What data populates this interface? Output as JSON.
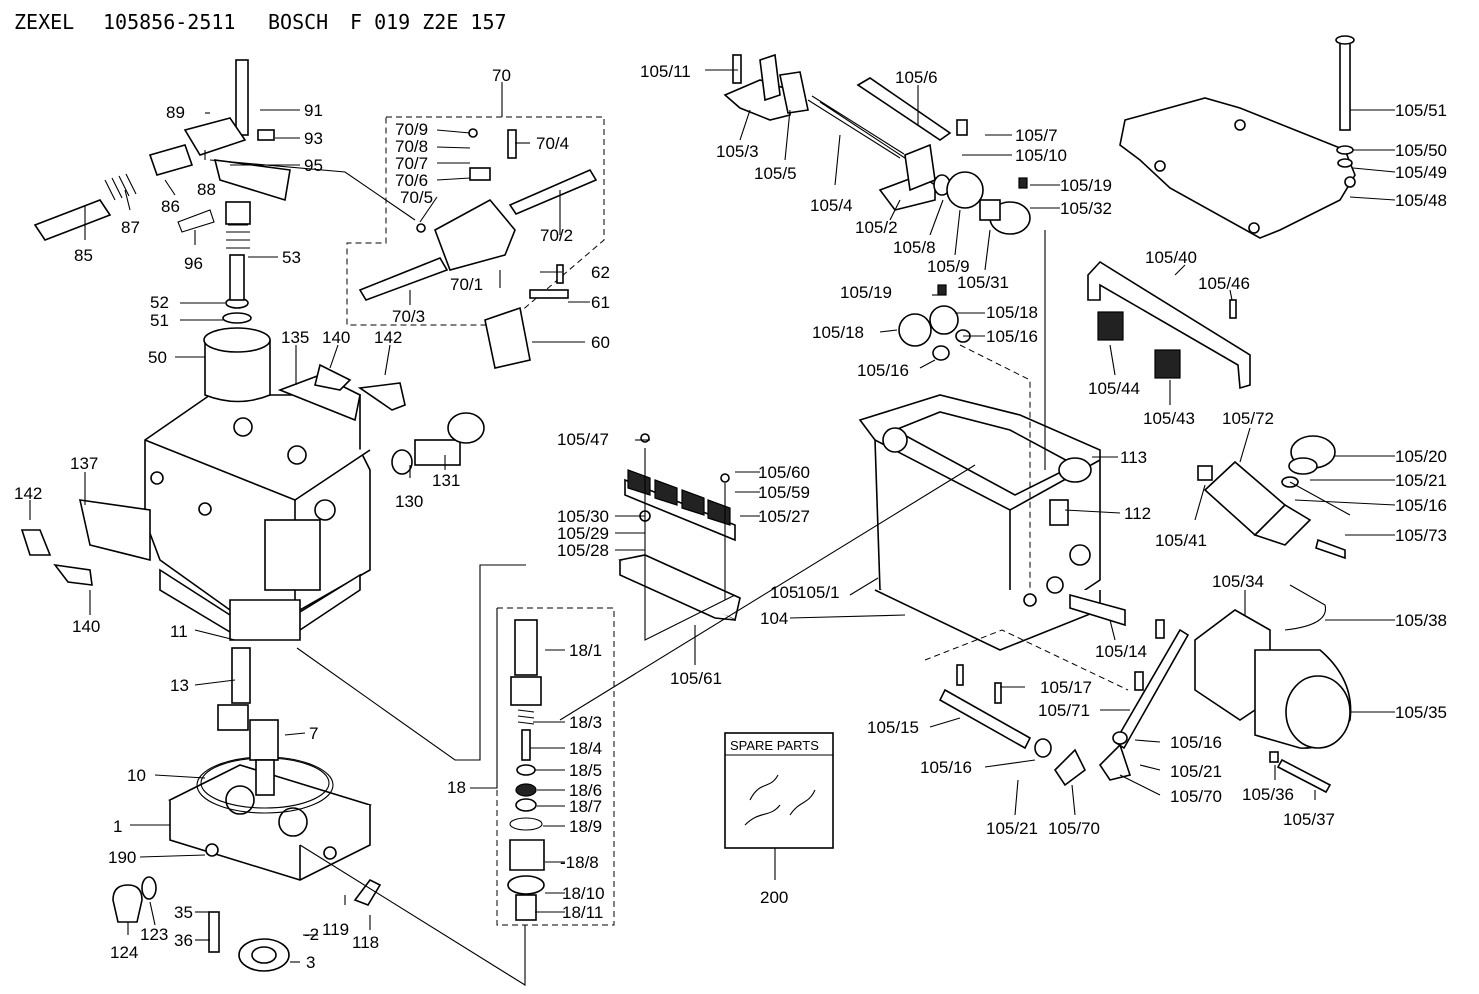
{
  "header": {
    "maker": "ZEXEL",
    "number": "105856-2511",
    "brand": "BOSCH",
    "part_code": "F 019 Z2E 157"
  },
  "spare_parts_box": {
    "title": "SPARE PARTS",
    "label": "200"
  },
  "labels": [
    {
      "id": "l1",
      "text": "1"
    },
    {
      "id": "l3",
      "text": "3"
    },
    {
      "id": "l2",
      "text": "-2"
    },
    {
      "id": "l7",
      "text": "7"
    },
    {
      "id": "l10",
      "text": "10"
    },
    {
      "id": "l11",
      "text": "11"
    },
    {
      "id": "l13",
      "text": "13"
    },
    {
      "id": "l18",
      "text": "18"
    },
    {
      "id": "l35",
      "text": "35"
    },
    {
      "id": "l36",
      "text": "36"
    },
    {
      "id": "l50",
      "text": "50"
    },
    {
      "id": "l51",
      "text": "51"
    },
    {
      "id": "l52",
      "text": "52"
    },
    {
      "id": "l53",
      "text": "53"
    },
    {
      "id": "l60",
      "text": "60"
    },
    {
      "id": "l61",
      "text": "61"
    },
    {
      "id": "l62",
      "text": "62"
    },
    {
      "id": "l70",
      "text": "70"
    },
    {
      "id": "l85",
      "text": "85"
    },
    {
      "id": "l86",
      "text": "86"
    },
    {
      "id": "l87",
      "text": "87"
    },
    {
      "id": "l88",
      "text": "88"
    },
    {
      "id": "l89",
      "text": "89"
    },
    {
      "id": "l91",
      "text": "91"
    },
    {
      "id": "l93",
      "text": "93"
    },
    {
      "id": "l95",
      "text": "95"
    },
    {
      "id": "l96",
      "text": "96"
    },
    {
      "id": "l104",
      "text": "104"
    },
    {
      "id": "l112",
      "text": "112"
    },
    {
      "id": "l113",
      "text": "113"
    },
    {
      "id": "l118",
      "text": "118"
    },
    {
      "id": "l119",
      "text": "119"
    },
    {
      "id": "l123",
      "text": "123"
    },
    {
      "id": "l124",
      "text": "124"
    },
    {
      "id": "l130",
      "text": "130"
    },
    {
      "id": "l131",
      "text": "131"
    },
    {
      "id": "l135",
      "text": "135"
    },
    {
      "id": "l137",
      "text": "137"
    },
    {
      "id": "l140a",
      "text": "140"
    },
    {
      "id": "l140b",
      "text": "140"
    },
    {
      "id": "l142a",
      "text": "142"
    },
    {
      "id": "l142b",
      "text": "142"
    },
    {
      "id": "l190",
      "text": "190"
    },
    {
      "id": "l70_1",
      "text": "70/1"
    },
    {
      "id": "l70_2",
      "text": "70/2"
    },
    {
      "id": "l70_3",
      "text": "70/3"
    },
    {
      "id": "l70_4",
      "text": "70/4"
    },
    {
      "id": "l70_5",
      "text": "70/5"
    },
    {
      "id": "l70_6",
      "text": "70/6"
    },
    {
      "id": "l70_7",
      "text": "70/7"
    },
    {
      "id": "l70_8",
      "text": "70/8"
    },
    {
      "id": "l70_9",
      "text": "70/9"
    },
    {
      "id": "l18_1",
      "text": "18/1"
    },
    {
      "id": "l18_3",
      "text": "18/3"
    },
    {
      "id": "l18_4",
      "text": "18/4"
    },
    {
      "id": "l18_5",
      "text": "18/5"
    },
    {
      "id": "l18_6",
      "text": "18/6"
    },
    {
      "id": "l18_7",
      "text": "18/7"
    },
    {
      "id": "l18_8",
      "text": "-18/8"
    },
    {
      "id": "l18_9",
      "text": "18/9"
    },
    {
      "id": "l18_10",
      "text": "18/10"
    },
    {
      "id": "l18_11",
      "text": "18/11"
    },
    {
      "id": "l105",
      "text": "105"
    },
    {
      "id": "l105_1",
      "text": "105/1"
    },
    {
      "id": "l105_2",
      "text": "105/2"
    },
    {
      "id": "l105_3",
      "text": "105/3"
    },
    {
      "id": "l105_4",
      "text": "105/4"
    },
    {
      "id": "l105_5",
      "text": "105/5"
    },
    {
      "id": "l105_6",
      "text": "105/6"
    },
    {
      "id": "l105_7",
      "text": "105/7"
    },
    {
      "id": "l105_8",
      "text": "105/8"
    },
    {
      "id": "l105_9",
      "text": "105/9"
    },
    {
      "id": "l105_10",
      "text": "105/10"
    },
    {
      "id": "l105_11",
      "text": "105/11"
    },
    {
      "id": "l105_14",
      "text": "105/14"
    },
    {
      "id": "l105_15",
      "text": "105/15"
    },
    {
      "id": "l105_16a",
      "text": "105/16"
    },
    {
      "id": "l105_16b",
      "text": "105/16"
    },
    {
      "id": "l105_16c",
      "text": "105/16"
    },
    {
      "id": "l105_16d",
      "text": "105/16"
    },
    {
      "id": "l105_16e",
      "text": "105/16"
    },
    {
      "id": "l105_17",
      "text": "105/17"
    },
    {
      "id": "l105_18a",
      "text": "105/18"
    },
    {
      "id": "l105_18b",
      "text": "105/18"
    },
    {
      "id": "l105_19a",
      "text": "105/19"
    },
    {
      "id": "l105_19b",
      "text": "105/19"
    },
    {
      "id": "l105_20",
      "text": "105/20"
    },
    {
      "id": "l105_21a",
      "text": "105/21"
    },
    {
      "id": "l105_21b",
      "text": "105/21"
    },
    {
      "id": "l105_21c",
      "text": "105/21"
    },
    {
      "id": "l105_27",
      "text": "105/27"
    },
    {
      "id": "l105_28",
      "text": "105/28"
    },
    {
      "id": "l105_29",
      "text": "105/29"
    },
    {
      "id": "l105_30",
      "text": "105/30"
    },
    {
      "id": "l105_31",
      "text": "105/31"
    },
    {
      "id": "l105_32",
      "text": "105/32"
    },
    {
      "id": "l105_34",
      "text": "105/34"
    },
    {
      "id": "l105_35",
      "text": "105/35"
    },
    {
      "id": "l105_36",
      "text": "105/36"
    },
    {
      "id": "l105_37",
      "text": "105/37"
    },
    {
      "id": "l105_38",
      "text": "105/38"
    },
    {
      "id": "l105_40",
      "text": "105/40"
    },
    {
      "id": "l105_41",
      "text": "105/41"
    },
    {
      "id": "l105_43",
      "text": "105/43"
    },
    {
      "id": "l105_44",
      "text": "105/44"
    },
    {
      "id": "l105_46",
      "text": "105/46"
    },
    {
      "id": "l105_47",
      "text": "105/47"
    },
    {
      "id": "l105_48",
      "text": "105/48"
    },
    {
      "id": "l105_49",
      "text": "105/49"
    },
    {
      "id": "l105_50",
      "text": "105/50"
    },
    {
      "id": "l105_51",
      "text": "105/51"
    },
    {
      "id": "l105_59",
      "text": "105/59"
    },
    {
      "id": "l105_60",
      "text": "105/60"
    },
    {
      "id": "l105_61",
      "text": "105/61"
    },
    {
      "id": "l105_70a",
      "text": "105/70"
    },
    {
      "id": "l105_70b",
      "text": "105/70"
    },
    {
      "id": "l105_71",
      "text": "105/71"
    },
    {
      "id": "l105_72",
      "text": "105/72"
    },
    {
      "id": "l105_73",
      "text": "105/73"
    }
  ]
}
